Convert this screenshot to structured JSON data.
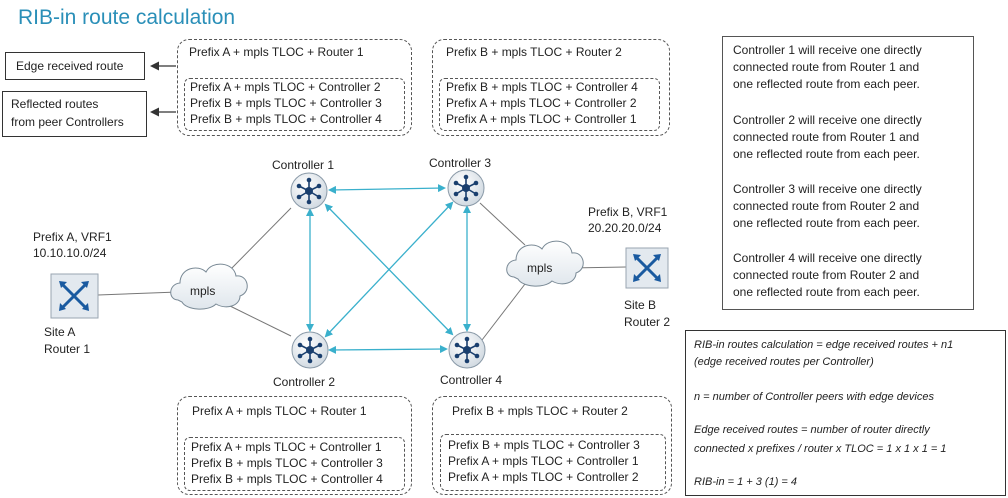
{
  "title": "RIB-in route calculation",
  "legend": {
    "edge_label": "Edge received route",
    "reflected_line1": "Reflected routes",
    "reflected_line2": "from peer Controllers"
  },
  "route_boxes": {
    "c1": {
      "top": "Prefix A + mpls TLOC  + Router  1",
      "inner": [
        "Prefix A  + mpls TLOC + Controller 2",
        "Prefix B + mpls TLOC + Controller 3",
        "Prefix B + mpls TLOC + Controller 4"
      ]
    },
    "c3": {
      "top": "Prefix B + mpls TLOC + Router  2",
      "inner": [
        "Prefix B + mpls TLOC + Controller 4",
        "Prefix A + mpls TLOC + Controller 2",
        "Prefix A + mpls TLOC + Controller 1"
      ]
    },
    "c2": {
      "top": "Prefix A + mpls TLOC + Router  1",
      "inner": [
        "Prefix A + mpls TLOC + Controller 1",
        "Prefix B + mpls TLOC + Controller 3",
        "Prefix B + mpls TLOC + Controller 4"
      ]
    },
    "c4": {
      "top": "Prefix B + mpls TLOC + Router  2",
      "inner": [
        "Prefix B + mpls TLOC + Controller 3",
        "Prefix A + mpls TLOC + Controller 1",
        "Prefix A + mpls TLOC + Controller 2"
      ]
    }
  },
  "nodes": {
    "controller1": "Controller 1",
    "controller2": "Controller 2",
    "controller3": "Controller 3",
    "controller4": "Controller 4",
    "mpls_left": "mpls",
    "mpls_right": "mpls"
  },
  "site_a": {
    "prefix": "Prefix A, VRF1",
    "subnet": "10.10.10.0/24",
    "site": "Site A",
    "router": "Router  1"
  },
  "site_b": {
    "prefix": "Prefix B, VRF1",
    "subnet": "20.20.20.0/24",
    "site": "Site B",
    "router": "Router  2"
  },
  "controller_notes": [
    [
      "Controller 1 will receive one directly",
      "connected route from Router 1  and",
      "one  reflected route from each peer."
    ],
    [
      "Controller 2 will receive one directly",
      "connected route from Router 1  and",
      "one reflected route from each peer."
    ],
    [
      "Controller 3 will receive one directly",
      "connected route from Router 2  and",
      "one reflected route from each peer."
    ],
    [
      "Controller 4 will receive one directly",
      "connected route from Router 2  and",
      "one reflected route from each peer."
    ]
  ],
  "formula": {
    "line1": "RIB-in routes calculation = edge received  routes + n1",
    "line2": "(edge received  routes per Controller)",
    "line3": "n = number of Controller peers  with edge devices",
    "line4": "Edge received  routes = number of router directly",
    "line5": "connected  x  prefixes / router x  TLOC = 1 x 1 x 1 = 1",
    "line6": "RIB-in = 1 + 3 (1) = 4"
  },
  "colors": {
    "title": "#2a8fb8",
    "peer_link": "#3ab0cc",
    "router_blue": "#1a5aa0",
    "controller_blue": "#1a3f6e"
  }
}
